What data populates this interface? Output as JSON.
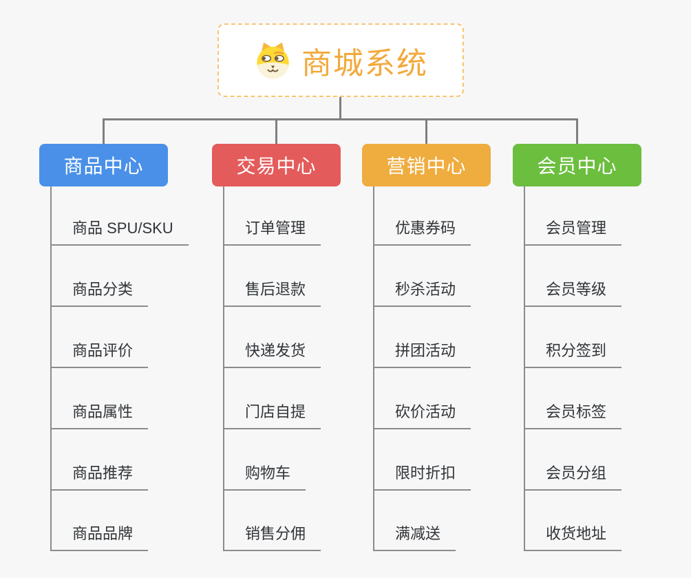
{
  "canvas": {
    "background_color": "#F7F7F7",
    "connector_color": "#7F7F7F",
    "underline_color": "#8B8B8B",
    "leaf_text_color": "#303438"
  },
  "root": {
    "label": "商城系统",
    "icon": "doge-face-icon",
    "text_color": "#F2A93C",
    "border_color": "#F6C56E",
    "background_color": "#FFFFFF"
  },
  "branches": [
    {
      "id": "product-center",
      "label": "商品中心",
      "color": "#4A90E8",
      "children": [
        "商品 SPU/SKU",
        "商品分类",
        "商品评价",
        "商品属性",
        "商品推荐",
        "商品品牌"
      ]
    },
    {
      "id": "trade-center",
      "label": "交易中心",
      "color": "#E45B5B",
      "children": [
        "订单管理",
        "售后退款",
        "快递发货",
        "门店自提",
        "购物车",
        "销售分佣"
      ]
    },
    {
      "id": "marketing-center",
      "label": "营销中心",
      "color": "#EFAC3F",
      "children": [
        "优惠券码",
        "秒杀活动",
        "拼团活动",
        "砍价活动",
        "限时折扣",
        "满减送"
      ]
    },
    {
      "id": "member-center",
      "label": "会员中心",
      "color": "#6CBE3F",
      "children": [
        "会员管理",
        "会员等级",
        "积分签到",
        "会员标签",
        "会员分组",
        "收货地址"
      ]
    }
  ]
}
